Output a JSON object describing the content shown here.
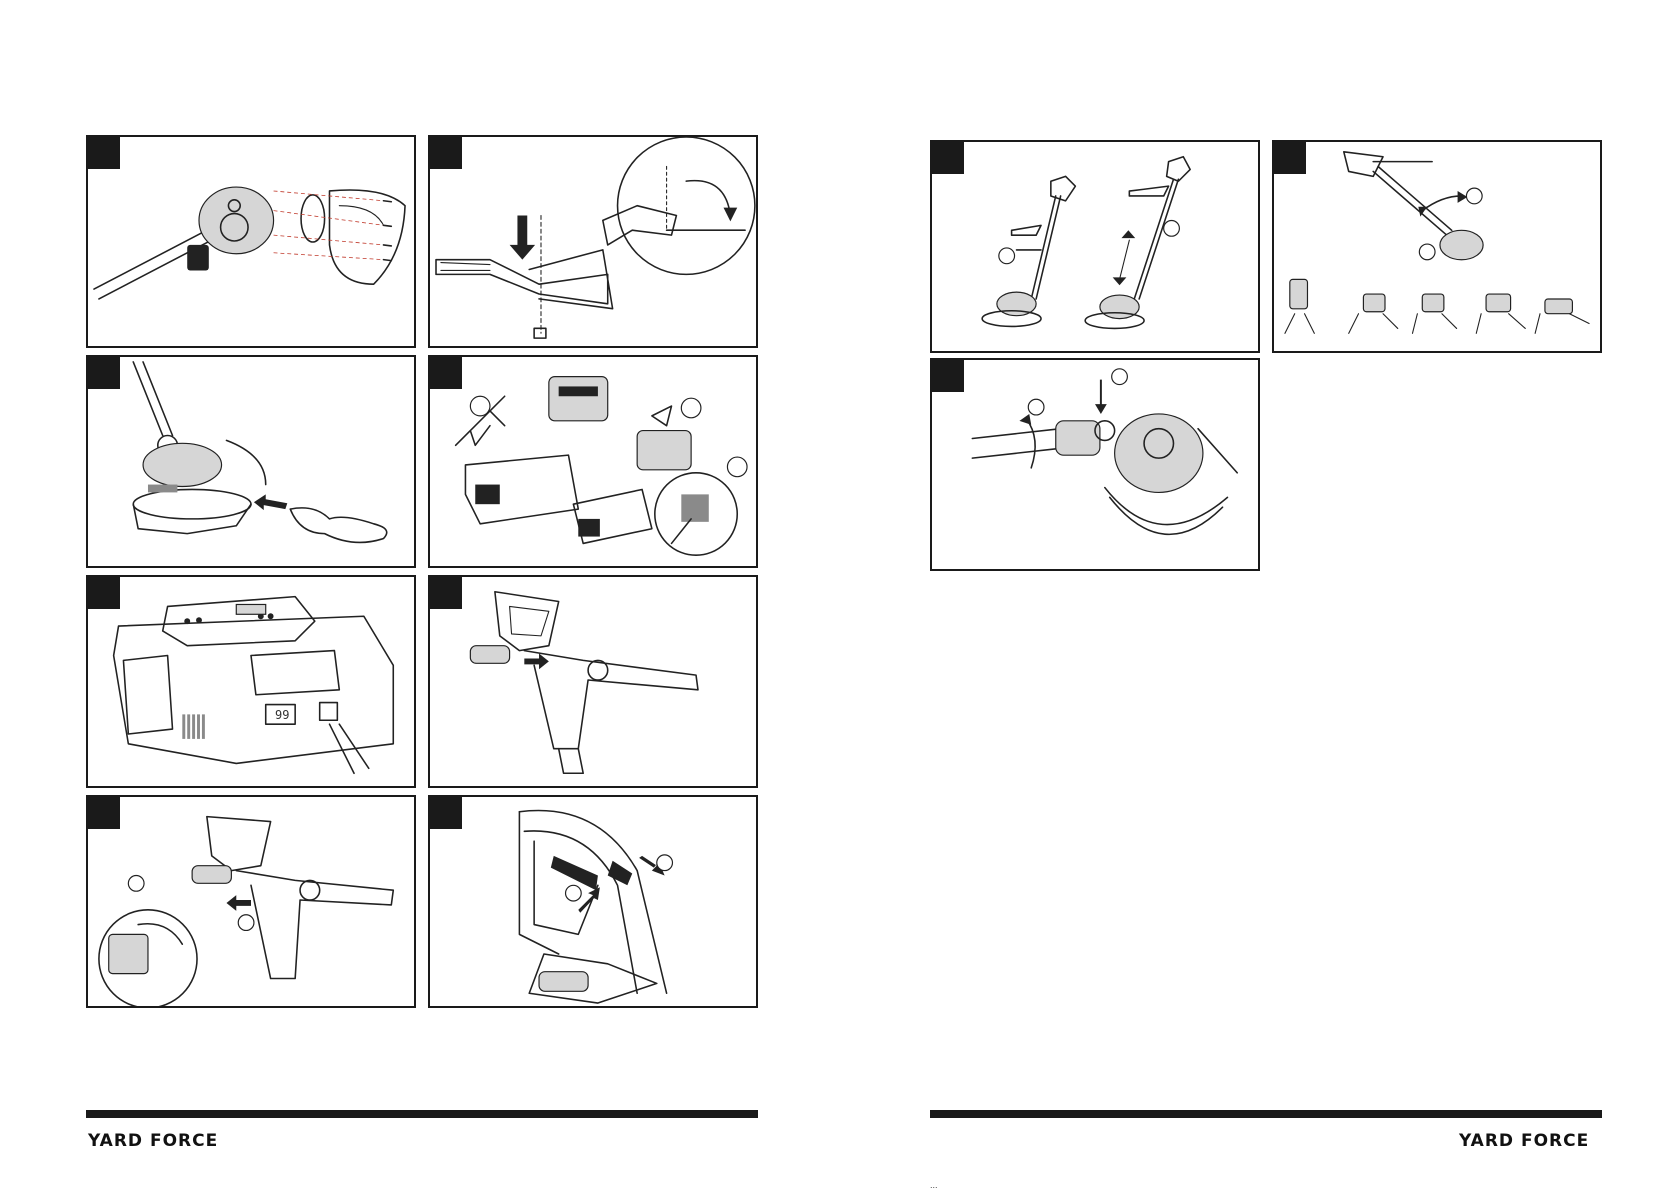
{
  "footer": {
    "brand_left": "YARD FORCE",
    "brand_right": "YARD FORCE",
    "page_number_right": "..."
  },
  "panels": {
    "charger_display": "99"
  },
  "icons": {
    "trimmer_guard_assembly": "trimmer-guard-assembly-icon",
    "handle_assembly": "handle-assembly-icon",
    "spacer_guard": "spacer-guard-icon",
    "battery_remove_insert": "battery-remove-insert-icon",
    "charger": "charger-icon",
    "battery_insert_handle": "battery-insert-handle-icon",
    "battery_remove_handle": "battery-remove-handle-icon",
    "trigger_switch": "trigger-switch-icon",
    "telescopic_adjust": "telescopic-adjust-icon",
    "head_angle_adjust": "head-angle-adjust-icon",
    "head_rotate": "head-rotate-icon"
  },
  "colors": {
    "ink": "#1a1a1a",
    "dashed_guide": "#c0392b"
  }
}
